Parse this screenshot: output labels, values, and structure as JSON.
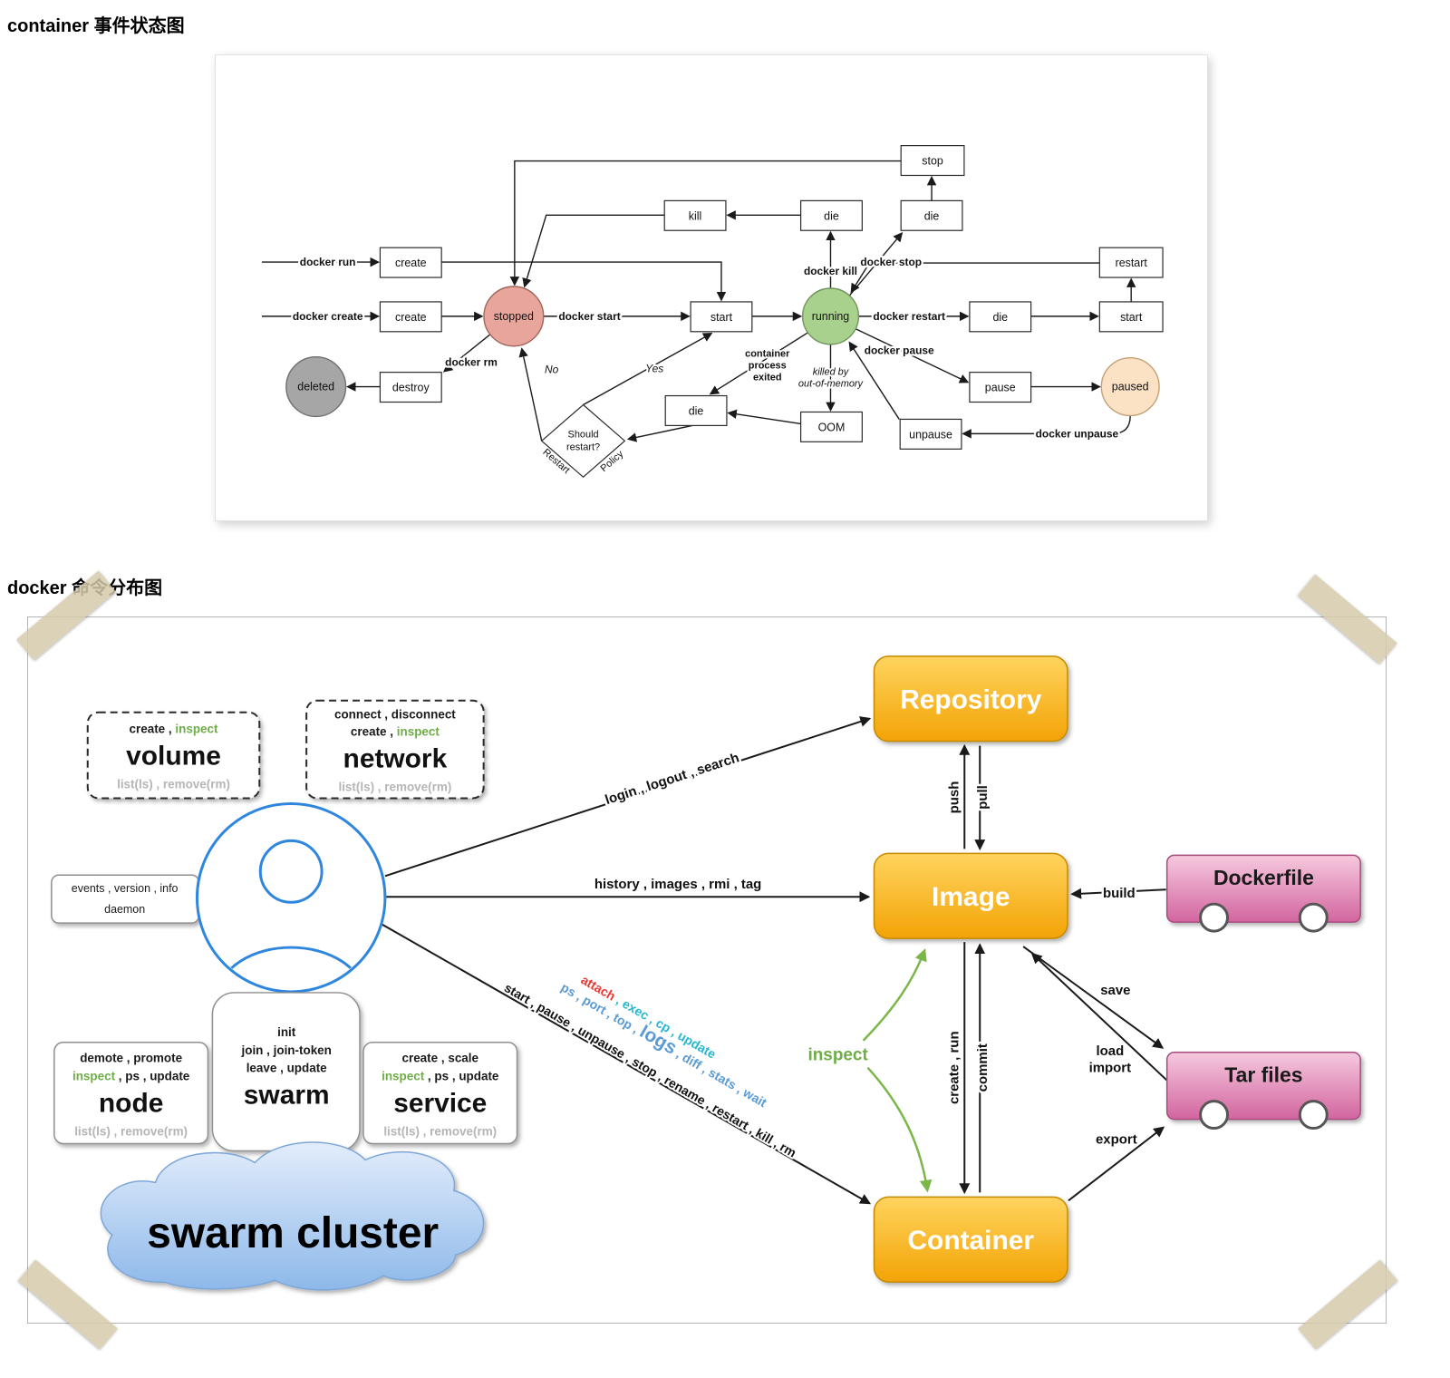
{
  "headings": {
    "state": "container 事件状态图",
    "commands": "docker 命令分布图"
  },
  "colors": {
    "stopped_fill": "#e8a59c",
    "running_fill": "#a9d18e",
    "deleted_fill": "#a6a6a6",
    "paused_fill": "#fbe2c5",
    "orange_top": "#ffd45e",
    "orange_bottom": "#f3a306",
    "pink_top": "#f6c9de",
    "pink_bottom": "#d2659f",
    "cloud_top": "#e3edfb",
    "cloud_bottom": "#8db8ea",
    "green_accent": "#6fad47",
    "blue_person": "#2e86de",
    "blue_cmd": "#5b9bd5",
    "cyan_cmd": "#26b7d0",
    "red_cmd": "#e53935"
  },
  "state": {
    "boxes": {
      "stop": "stop",
      "kill": "kill",
      "die_kill": "die",
      "die_stop": "die",
      "create_run": "create",
      "create_create": "create",
      "restart": "restart",
      "start_main": "start",
      "die_restart": "die",
      "start_restart": "start",
      "destroy": "destroy",
      "pause": "pause",
      "die_exit": "die",
      "oom": "OOM",
      "unpause": "unpause"
    },
    "circles": {
      "stopped": "stopped",
      "running": "running",
      "deleted": "deleted",
      "paused": "paused"
    },
    "diamond": {
      "line1": "Should",
      "line2": "restart?"
    },
    "labels": {
      "docker_run": "docker run",
      "docker_create": "docker create",
      "docker_start": "docker start",
      "docker_kill": "docker kill",
      "docker_stop": "docker stop",
      "docker_restart": "docker restart",
      "docker_pause": "docker pause",
      "docker_unpause": "docker unpause",
      "docker_rm": "docker rm",
      "no": "No",
      "yes": "Yes",
      "exited1": "container",
      "exited2": "process",
      "exited3": "exited",
      "oom1": "killed by",
      "oom2": "out-of-memory",
      "restart_policy1": "Restart",
      "restart_policy2": "Policy"
    }
  },
  "cmd": {
    "groups": {
      "volume": {
        "create": "create , ",
        "inspect": "inspect",
        "title": "volume",
        "list": "list(ls) , remove(rm)"
      },
      "network": {
        "connect": "connect , disconnect",
        "create": "create , ",
        "inspect": "inspect",
        "title": "network",
        "list": "list(ls) , remove(rm)"
      },
      "daemon": {
        "cmds": "events , version , info",
        "title": "daemon"
      },
      "node": {
        "demote": "demote , promote",
        "inspect": "inspect",
        "rest": " , ps , update",
        "title": "node",
        "list": "list(ls) , remove(rm)"
      },
      "swarm": {
        "init": "init",
        "join": "join , join-token",
        "leave": "leave , update",
        "title": "swarm"
      },
      "service": {
        "create": "create , scale",
        "inspect": "inspect",
        "rest": " , ps , update",
        "title": "service",
        "list": "list(ls) , remove(rm)"
      },
      "cloud": "swarm cluster"
    },
    "entities": {
      "repository": "Repository",
      "image": "Image",
      "container": "Container",
      "dockerfile": "Dockerfile",
      "tarfiles": "Tar files"
    },
    "edges": {
      "login": "login , logout , search",
      "history": "history , images , rmi , tag",
      "lifecycle": "start , pause , unpause , stop , rename , restart , kill , rm",
      "monitor_pre": "ps , port , top , ",
      "monitor_logs": "logs",
      "monitor_post": " , diff , stats , wait",
      "attach": "attach",
      "attach_rest": " , exec , cp , update",
      "inspect": "inspect",
      "push": "push",
      "pull": "pull",
      "create_run": "create , run",
      "commit": "commit",
      "build": "build",
      "save": "save",
      "load": "load",
      "import": "import",
      "export": "export"
    }
  }
}
